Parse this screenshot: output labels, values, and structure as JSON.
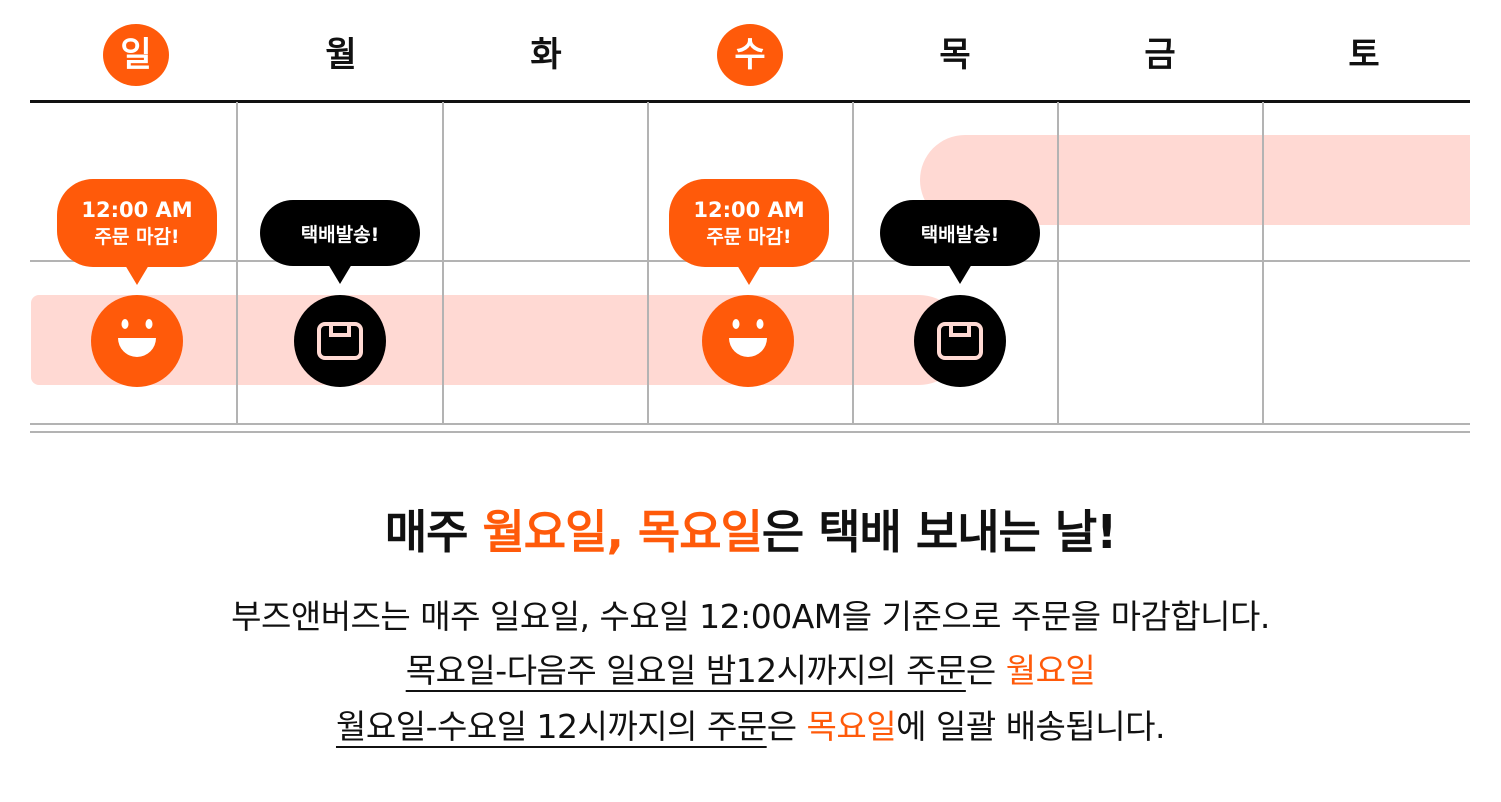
{
  "days": [
    {
      "label": "일",
      "highlight": true
    },
    {
      "label": "월",
      "highlight": false
    },
    {
      "label": "화",
      "highlight": false
    },
    {
      "label": "수",
      "highlight": true
    },
    {
      "label": "목",
      "highlight": false
    },
    {
      "label": "금",
      "highlight": false
    },
    {
      "label": "토",
      "highlight": false
    }
  ],
  "bubbles": {
    "deadline_line1": "12:00 AM",
    "deadline_line2": "주문 마감!",
    "ship": "택배발송!"
  },
  "icons": {
    "deadline": "smiley-face-icon",
    "ship": "package-box-icon"
  },
  "colors": {
    "accent": "#ff5a0a",
    "band": "#ffd9d3",
    "dark": "#000000"
  },
  "headline": {
    "part1": "매주 ",
    "accent": "월요일, 목요일",
    "part2": "은 택배 보내는 날!"
  },
  "description": {
    "line1": "부즈앤버즈는 매주 일요일, 수요일 12:00AM을 기준으로 주문을 마감합니다.",
    "line2_underlined": "목요일-다음주 일요일 밤12시까지의 주문",
    "line2_mid": "은 ",
    "line2_accent": "월요일",
    "line3_underlined": "월요일-수요일 12시까지의 주문",
    "line3_mid": "은 ",
    "line3_accent": "목요일",
    "line3_end": "에 일괄 배송됩니다."
  }
}
